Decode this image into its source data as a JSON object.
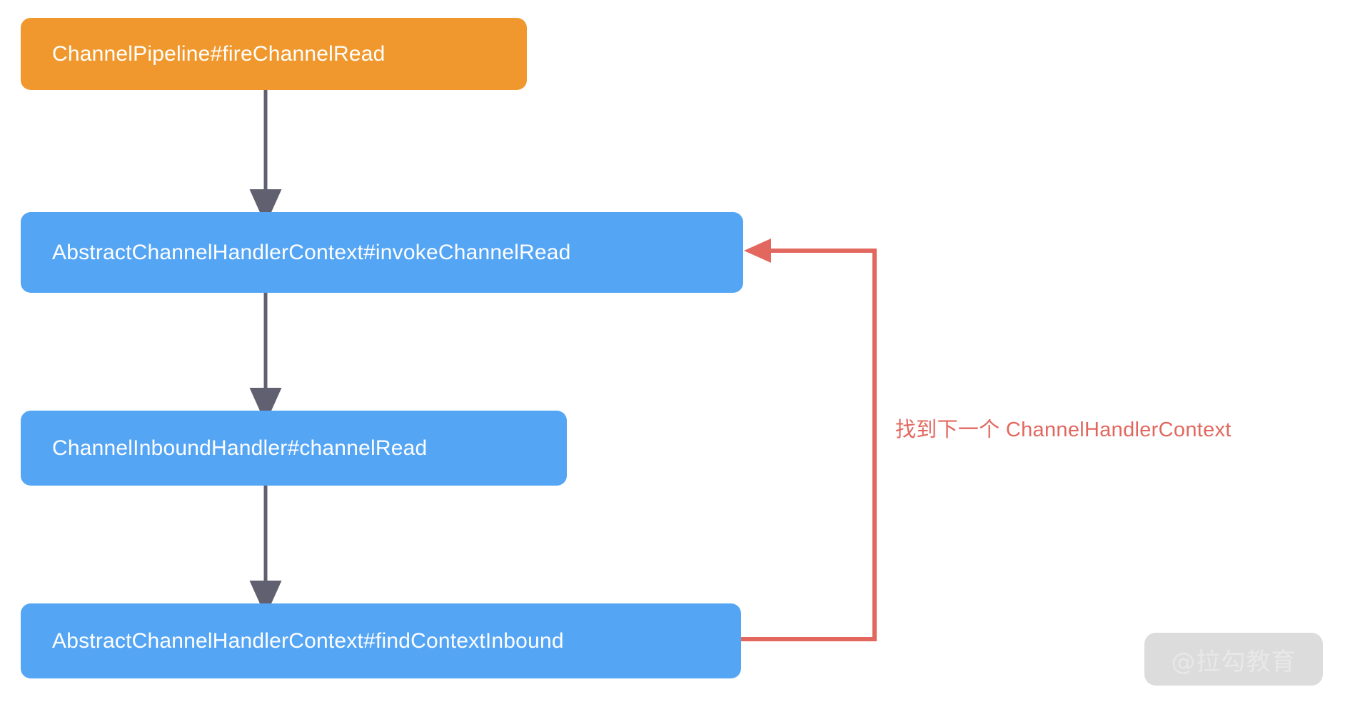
{
  "diagram": {
    "title": "Netty ChannelRead inbound propagation flow",
    "colors": {
      "orange": "#F0982D",
      "blue": "#55A5F5",
      "red": "#E2685F",
      "gray": "#606070",
      "node_text": "#FFFFFF",
      "background": "#FFFFFF"
    },
    "nodes": [
      {
        "id": "fire-channel-read",
        "label": "ChannelPipeline#fireChannelRead",
        "color": "orange"
      },
      {
        "id": "invoke-channel-read",
        "label": "AbstractChannelHandlerContext#invokeChannelRead",
        "color": "blue"
      },
      {
        "id": "channel-read",
        "label": "ChannelInboundHandler#channelRead",
        "color": "blue"
      },
      {
        "id": "find-context-inbound",
        "label": "AbstractChannelHandlerContext#findContextInbound",
        "color": "blue"
      }
    ],
    "edges": [
      {
        "id": "edge-1",
        "from": "fire-channel-read",
        "to": "invoke-channel-read",
        "style": "gray-arrow-down",
        "label": ""
      },
      {
        "id": "edge-2",
        "from": "invoke-channel-read",
        "to": "channel-read",
        "style": "gray-arrow-down",
        "label": ""
      },
      {
        "id": "edge-3",
        "from": "channel-read",
        "to": "find-context-inbound",
        "style": "gray-arrow-down",
        "label": ""
      },
      {
        "id": "edge-feedback",
        "from": "find-context-inbound",
        "to": "invoke-channel-read",
        "style": "red-arrow-loop",
        "label": "找到下一个 ChannelHandlerContext"
      }
    ]
  },
  "watermark": {
    "text": "@拉勾教育"
  }
}
